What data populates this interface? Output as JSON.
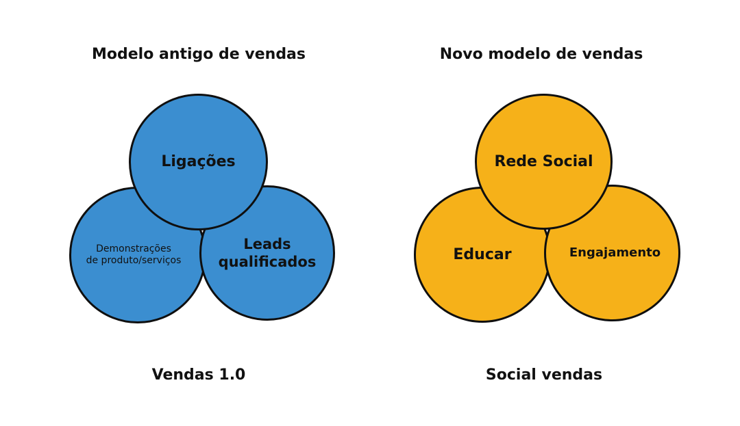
{
  "left": {
    "title": "Modelo antigo de vendas",
    "caption": "Vendas 1.0",
    "circles": {
      "top": "Ligações",
      "bottom_left_line1": "Demonstrações",
      "bottom_left_line2": "de produto/serviços",
      "bottom_right_line1": "Leads",
      "bottom_right_line2": "qualificados"
    },
    "color": "#3b8ed0"
  },
  "right": {
    "title": "Novo modelo de vendas",
    "caption": "Social vendas",
    "circles": {
      "top": "Rede Social",
      "bottom_left": "Educar",
      "bottom_right": "Engajamento"
    },
    "color": "#f6b119"
  }
}
